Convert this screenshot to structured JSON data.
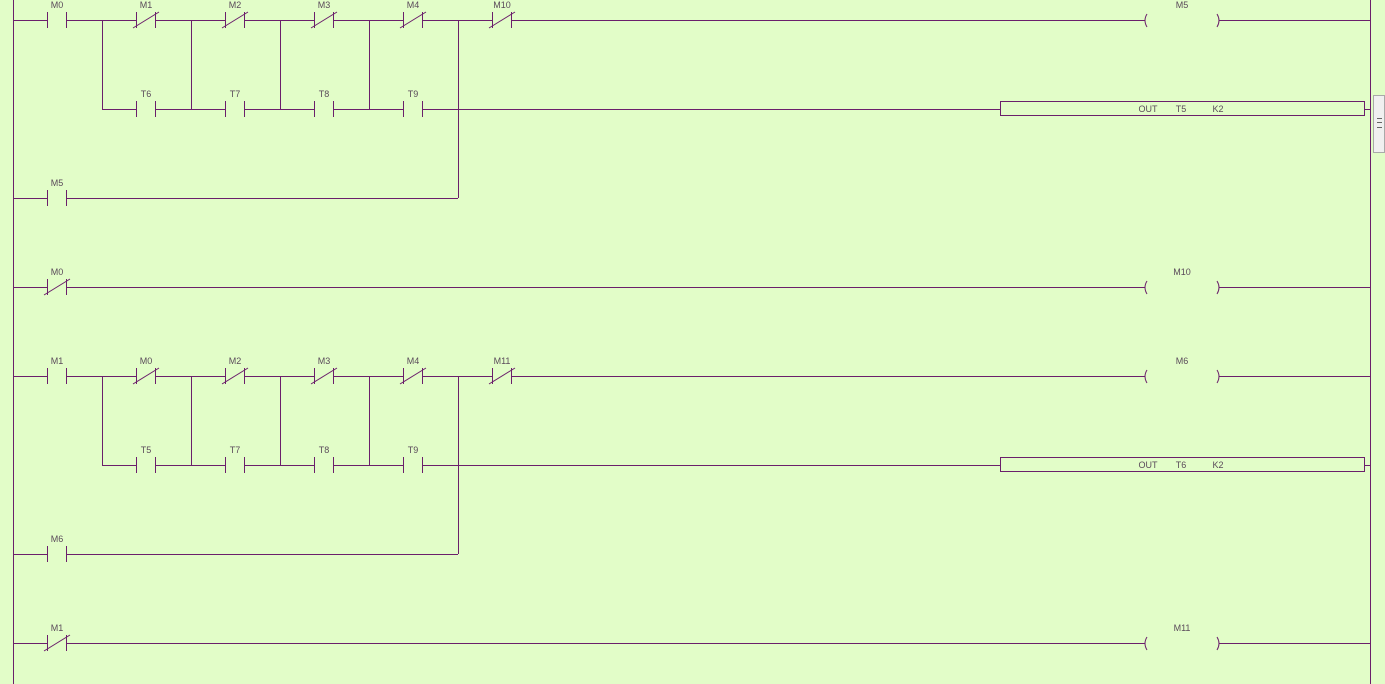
{
  "colors": {
    "background": "#e2fdc8",
    "wire": "#6b1f6b",
    "text": "#5a4a5a"
  },
  "rungs": [
    {
      "contacts": [
        {
          "label": "M0",
          "nc": false
        },
        {
          "label": "M1",
          "nc": true
        },
        {
          "label": "M2",
          "nc": true
        },
        {
          "label": "M3",
          "nc": true
        },
        {
          "label": "M4",
          "nc": true
        },
        {
          "label": "M10",
          "nc": true
        }
      ],
      "branch_contacts": [
        "T6",
        "T7",
        "T8",
        "T9"
      ],
      "latch_contact": "M5",
      "coil": "M5",
      "timer": {
        "op": "OUT",
        "device": "T5",
        "constant": "K2"
      }
    },
    {
      "contacts": [
        {
          "label": "M0",
          "nc": true
        }
      ],
      "coil": "M10"
    },
    {
      "contacts": [
        {
          "label": "M1",
          "nc": false
        },
        {
          "label": "M0",
          "nc": true
        },
        {
          "label": "M2",
          "nc": true
        },
        {
          "label": "M3",
          "nc": true
        },
        {
          "label": "M4",
          "nc": true
        },
        {
          "label": "M11",
          "nc": true
        }
      ],
      "branch_contacts": [
        "T5",
        "T7",
        "T8",
        "T9"
      ],
      "latch_contact": "M6",
      "coil": "M6",
      "timer": {
        "op": "OUT",
        "device": "T6",
        "constant": "K2"
      }
    },
    {
      "contacts": [
        {
          "label": "M1",
          "nc": true
        }
      ],
      "coil": "M11"
    }
  ]
}
